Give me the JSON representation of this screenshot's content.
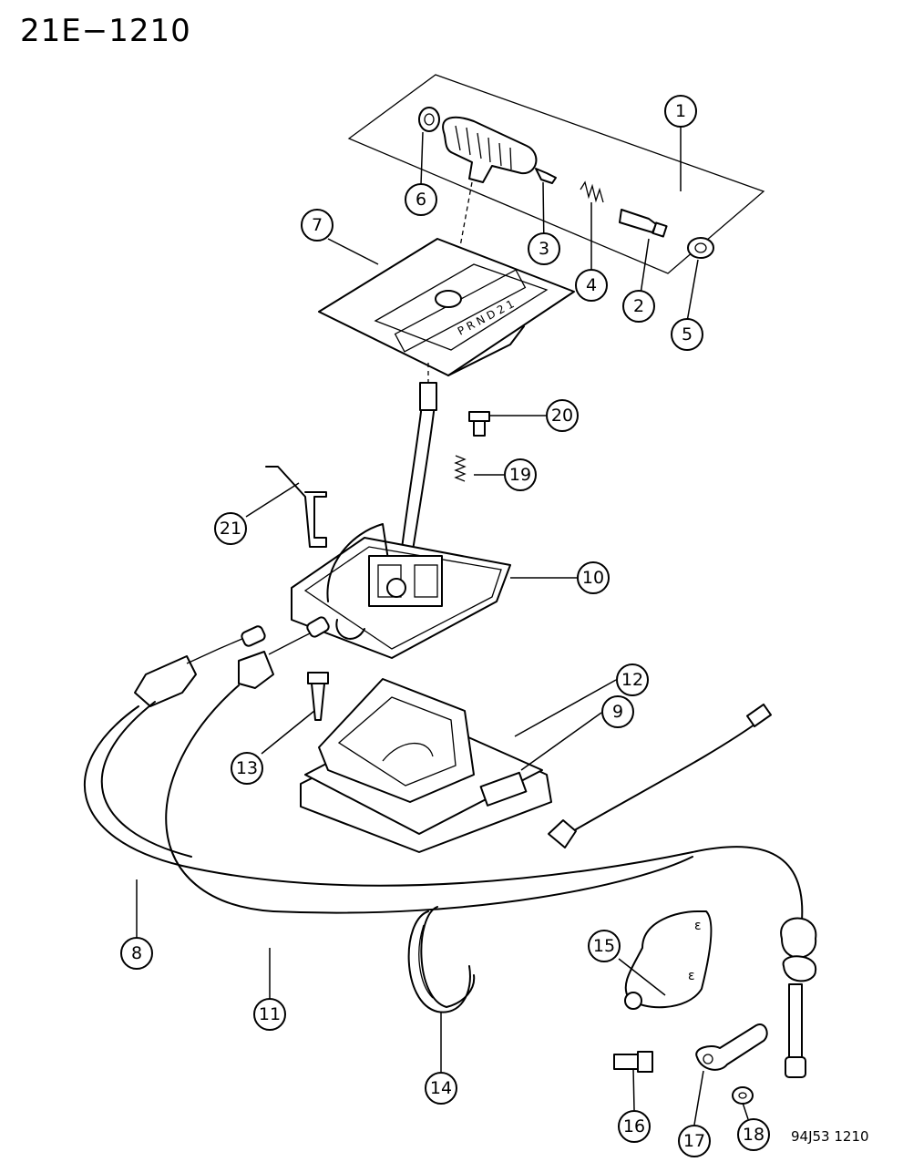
{
  "header": {
    "code": "21E−1210"
  },
  "footer": {
    "code": "94J53 1210"
  },
  "callouts": [
    "1",
    "2",
    "3",
    "4",
    "5",
    "6",
    "7",
    "8",
    "9",
    "10",
    "11",
    "12",
    "13",
    "14",
    "15",
    "16",
    "17",
    "18",
    "19",
    "20",
    "21"
  ]
}
